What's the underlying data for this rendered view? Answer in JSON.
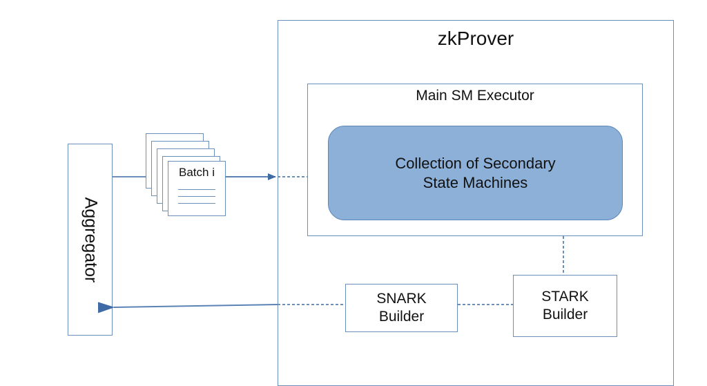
{
  "zkprover": {
    "title": "zkProver"
  },
  "main_sm": {
    "title": "Main SM Executor"
  },
  "secondary": {
    "line1": "Collection of Secondary",
    "line2": "State Machines"
  },
  "aggregator": {
    "label": "Aggregator"
  },
  "batch": {
    "label": "Batch i"
  },
  "snark": {
    "line1": "SNARK",
    "line2": "Builder"
  },
  "stark": {
    "line1": "STARK",
    "line2": "Builder"
  },
  "colors": {
    "stroke": "#6b8fb8",
    "fill_secondary": "#8db0d8",
    "arrow": "#3e6aa5"
  }
}
